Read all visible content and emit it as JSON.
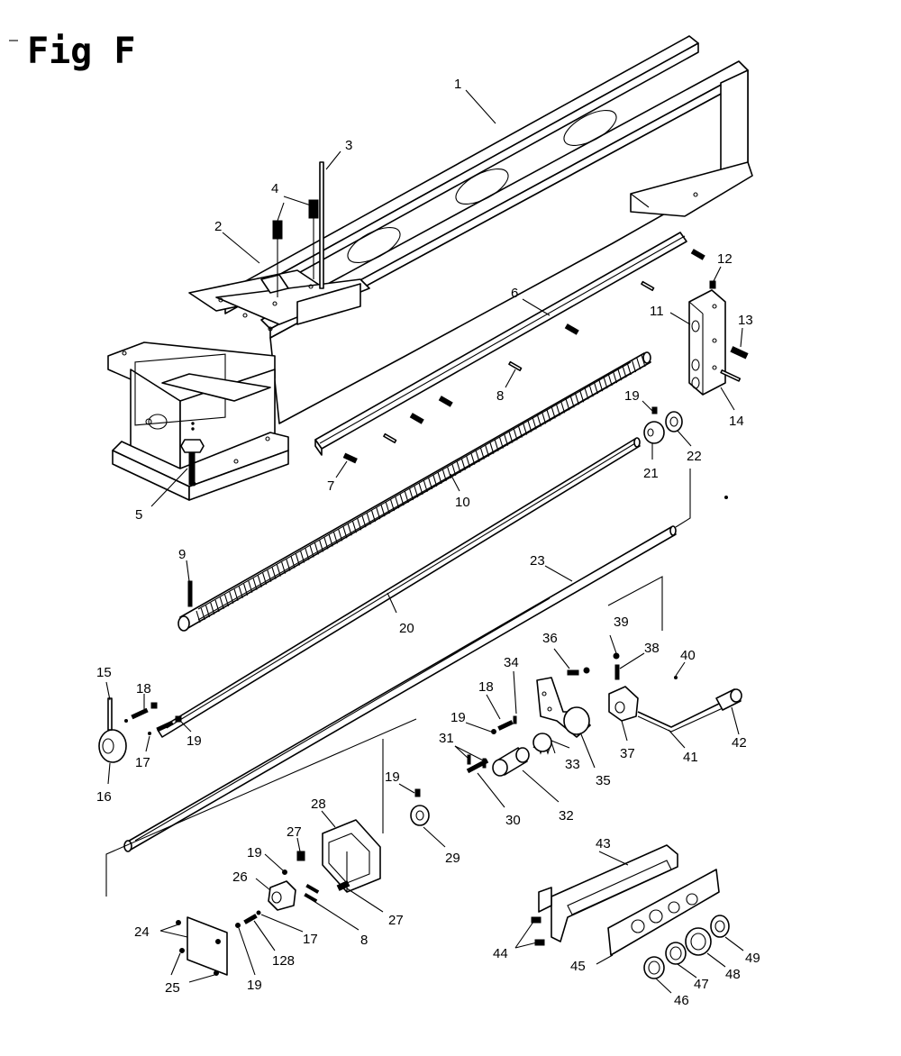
{
  "figure": {
    "title": "Fig F"
  },
  "callouts": [
    {
      "id": "c1",
      "text": "1"
    },
    {
      "id": "c2",
      "text": "2"
    },
    {
      "id": "c3",
      "text": "3"
    },
    {
      "id": "c4",
      "text": "4"
    },
    {
      "id": "c5",
      "text": "5"
    },
    {
      "id": "c6",
      "text": "6"
    },
    {
      "id": "c7",
      "text": "7"
    },
    {
      "id": "c8a",
      "text": "8"
    },
    {
      "id": "c9",
      "text": "9"
    },
    {
      "id": "c10",
      "text": "10"
    },
    {
      "id": "c11",
      "text": "11"
    },
    {
      "id": "c12",
      "text": "12"
    },
    {
      "id": "c13",
      "text": "13"
    },
    {
      "id": "c14",
      "text": "14"
    },
    {
      "id": "c15",
      "text": "15"
    },
    {
      "id": "c16",
      "text": "16"
    },
    {
      "id": "c17a",
      "text": "17"
    },
    {
      "id": "c17b",
      "text": "17"
    },
    {
      "id": "c18a",
      "text": "18"
    },
    {
      "id": "c18b",
      "text": "18"
    },
    {
      "id": "c19a",
      "text": "19"
    },
    {
      "id": "c19b",
      "text": "19"
    },
    {
      "id": "c19c",
      "text": "19"
    },
    {
      "id": "c19d",
      "text": "19"
    },
    {
      "id": "c19e",
      "text": "19"
    },
    {
      "id": "c19f",
      "text": "19"
    },
    {
      "id": "c20",
      "text": "20"
    },
    {
      "id": "c21",
      "text": "21"
    },
    {
      "id": "c22",
      "text": "22"
    },
    {
      "id": "c23",
      "text": "23"
    },
    {
      "id": "c24",
      "text": "24"
    },
    {
      "id": "c25",
      "text": "25"
    },
    {
      "id": "c26",
      "text": "26"
    },
    {
      "id": "c27a",
      "text": "27"
    },
    {
      "id": "c27b",
      "text": "27"
    },
    {
      "id": "c28",
      "text": "28"
    },
    {
      "id": "c29",
      "text": "29"
    },
    {
      "id": "c30",
      "text": "30"
    },
    {
      "id": "c31",
      "text": "31"
    },
    {
      "id": "c32",
      "text": "32"
    },
    {
      "id": "c33",
      "text": "33"
    },
    {
      "id": "c34",
      "text": "34"
    },
    {
      "id": "c35",
      "text": "35"
    },
    {
      "id": "c36",
      "text": "36"
    },
    {
      "id": "c37",
      "text": "37"
    },
    {
      "id": "c38",
      "text": "38"
    },
    {
      "id": "c39",
      "text": "39"
    },
    {
      "id": "c40",
      "text": "40"
    },
    {
      "id": "c41",
      "text": "41"
    },
    {
      "id": "c42",
      "text": "42"
    },
    {
      "id": "c43",
      "text": "43"
    },
    {
      "id": "c44",
      "text": "44"
    },
    {
      "id": "c45",
      "text": "45"
    },
    {
      "id": "c46",
      "text": "46"
    },
    {
      "id": "c47",
      "text": "47"
    },
    {
      "id": "c48",
      "text": "48"
    },
    {
      "id": "c49",
      "text": "49"
    },
    {
      "id": "c8b",
      "text": "8"
    },
    {
      "id": "c128",
      "text": "128"
    }
  ]
}
